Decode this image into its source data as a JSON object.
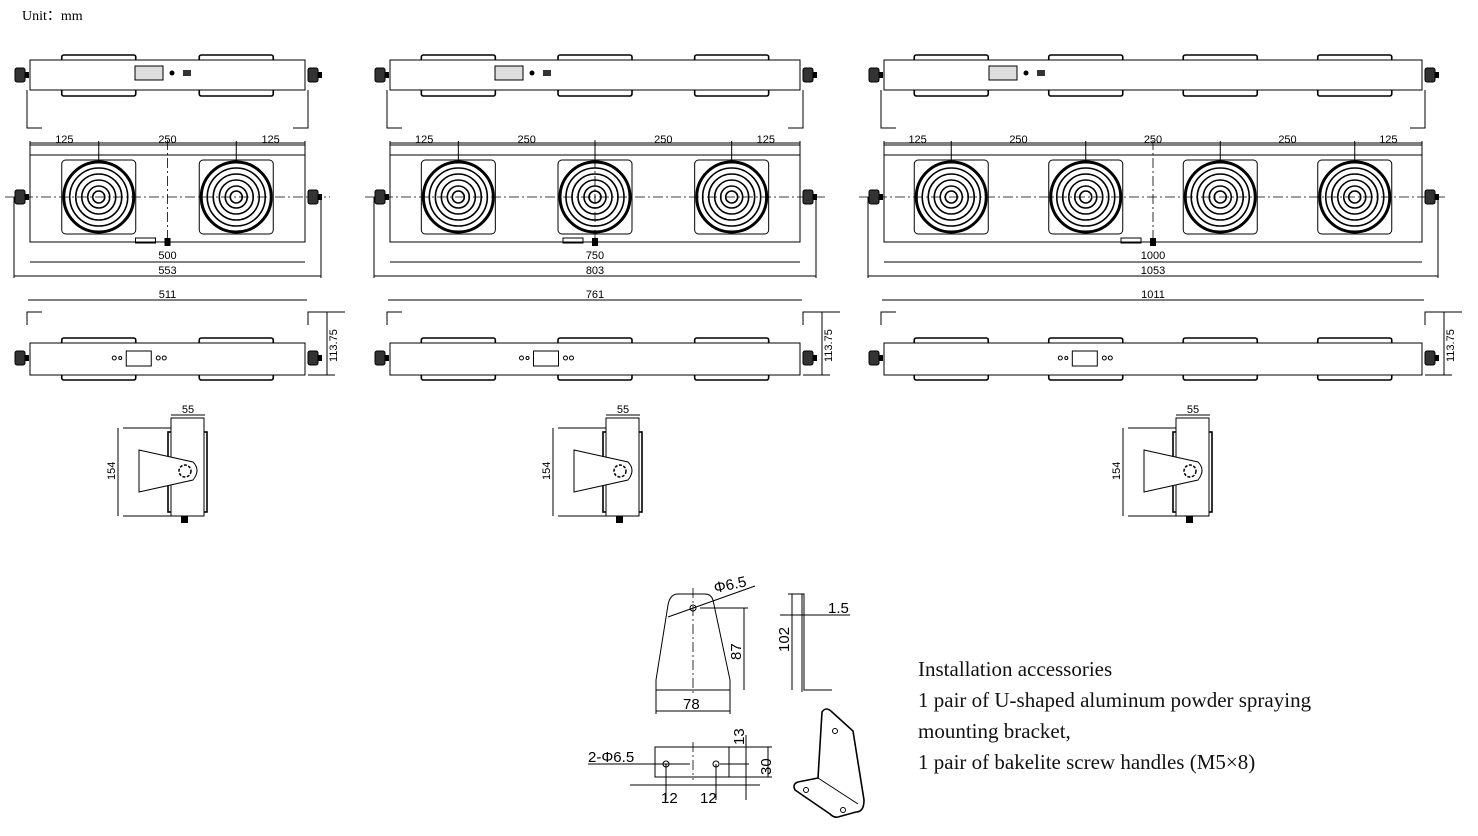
{
  "unit_label": "Unit：mm",
  "units": [
    {
      "spacing": [
        "125",
        "250",
        "125"
      ],
      "inner_length": "500",
      "overall_length": "553",
      "bottom_length": "511",
      "height": "113.75",
      "depth": "55",
      "side_height": "154"
    },
    {
      "spacing": [
        "125",
        "250",
        "250",
        "125"
      ],
      "inner_length": "750",
      "overall_length": "803",
      "bottom_length": "761",
      "height": "113.75",
      "depth": "55",
      "side_height": "154"
    },
    {
      "spacing": [
        "125",
        "250",
        "250",
        "250",
        "125"
      ],
      "inner_length": "1000",
      "overall_length": "1053",
      "bottom_length": "1011",
      "height": "113.75",
      "depth": "55",
      "side_height": "154"
    }
  ],
  "bracket": {
    "hole": "Φ6.5",
    "hole_height": "87",
    "width": "78",
    "height": "102",
    "thickness": "1.5",
    "base_holes": "2-Φ6.5",
    "base_offset_left": "12",
    "base_offset_right": "12",
    "base_hole_depth": "13",
    "base_depth": "30"
  },
  "accessories": {
    "title": "Installation accessories",
    "line1": "1 pair of U-shaped aluminum powder spraying",
    "line2": "mounting bracket,",
    "line3": "1 pair of bakelite screw handles (M5×8)"
  }
}
